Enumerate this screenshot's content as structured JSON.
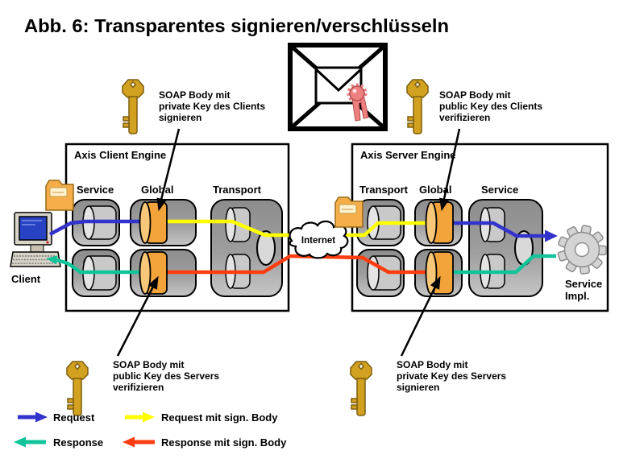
{
  "title": "Abb. 6: Transparentes signieren/verschlüsseln",
  "annotations": {
    "top_left": {
      "line1": "SOAP Body mit",
      "line2": "private Key des Clients",
      "line3": "signieren"
    },
    "top_right": {
      "line1": "SOAP Body mit",
      "line2": "public Key des Clients",
      "line3": "verifizieren"
    },
    "bottom_left": {
      "line1": "SOAP Body mit",
      "line2": "public Key des Servers",
      "line3": "verifizieren"
    },
    "bottom_right": {
      "line1": "SOAP Body mit",
      "line2": "private Key des Servers",
      "line3": "signieren"
    }
  },
  "client_engine": {
    "title": "Axis Client Engine",
    "col1": "Service",
    "col2": "Global",
    "col3": "Transport"
  },
  "server_engine": {
    "title": "Axis Server Engine",
    "col1": "Transport",
    "col2": "Global",
    "col3": "Service"
  },
  "nodes": {
    "client": "Client",
    "internet": "Internet",
    "service_impl_line1": "Service",
    "service_impl_line2": "Impl."
  },
  "legend": {
    "request_label": "Request",
    "request_signed_label": "Request mit sign. Body",
    "response_label": "Response",
    "response_signed_label": "Response mit sign. Body"
  },
  "colors": {
    "request": "#3333cc",
    "request_signed": "#ffff00",
    "response": "#10c398",
    "response_signed": "#ff3c0f",
    "key_gold": "#d2a11f",
    "handler_orange": "#f2a43a",
    "folder_orange": "#f5ae4a"
  }
}
